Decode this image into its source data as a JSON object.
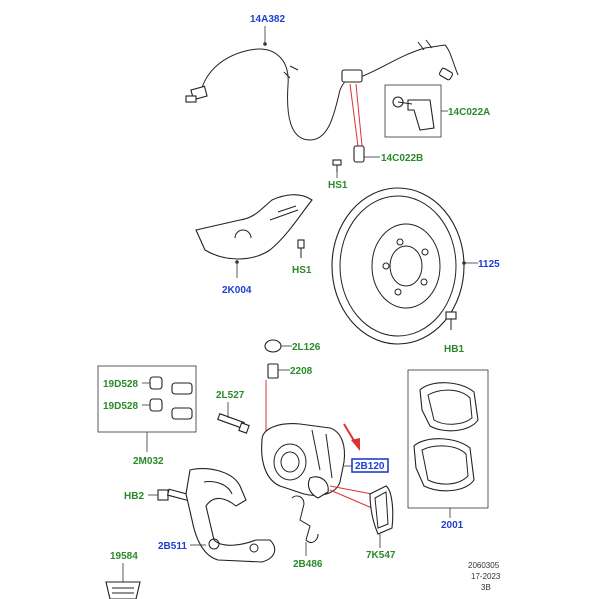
{
  "callouts": {
    "c14A382": "14A382",
    "c14C022A": "14C022A",
    "c14C022B": "14C022B",
    "hs1_top": "HS1",
    "hs1_mid": "HS1",
    "c2K004": "2K004",
    "c1125": "1125",
    "hb1": "HB1",
    "c2L126": "2L126",
    "c2208": "2208",
    "c19D528_a": "19D528",
    "c19D528_b": "19D528",
    "c2L527": "2L527",
    "c2M032": "2M032",
    "c2B120": "2B120",
    "hb2": "HB2",
    "c2B511": "2B511",
    "c2B486": "2B486",
    "c7K547": "7K547",
    "c2001": "2001",
    "c19584": "19584"
  },
  "footer": {
    "line1": "2060305",
    "line2": "17-2023",
    "line3": "3B"
  },
  "colors": {
    "blue_label": "#1f3fd0",
    "green_label": "#2a8a2a",
    "highlight_frame": "#1f3fd0",
    "pointer_arrow": "#e03030"
  }
}
